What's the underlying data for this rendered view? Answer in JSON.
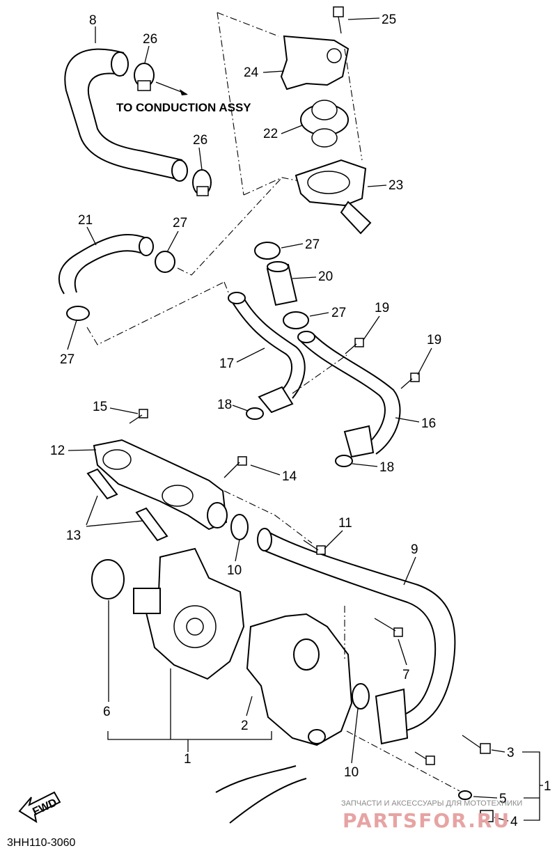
{
  "caption": "TO CONDUCTION ASSY",
  "diagram_code": "3HH110-3060",
  "fwd_label": "FWD",
  "watermark": {
    "line1": "ЗАПЧАСТИ И АКСЕССУАРЫ ДЛЯ МОТОТЕХНИКИ",
    "line2": "PARTSFOR.RU"
  },
  "callouts": {
    "c1": "1",
    "c1b": "1",
    "c2": "2",
    "c3": "3",
    "c4": "4",
    "c5": "5",
    "c6": "6",
    "c7": "7",
    "c8": "8",
    "c9": "9",
    "c10a": "10",
    "c10b": "10",
    "c11": "11",
    "c12": "12",
    "c13": "13",
    "c14": "14",
    "c15": "15",
    "c16": "16",
    "c17": "17",
    "c18a": "18",
    "c18b": "18",
    "c19a": "19",
    "c19b": "19",
    "c20": "20",
    "c21": "21",
    "c22": "22",
    "c23": "23",
    "c24": "24",
    "c25": "25",
    "c26a": "26",
    "c26b": "26",
    "c27a": "27",
    "c27b": "27",
    "c27c": "27",
    "c27d": "27"
  }
}
